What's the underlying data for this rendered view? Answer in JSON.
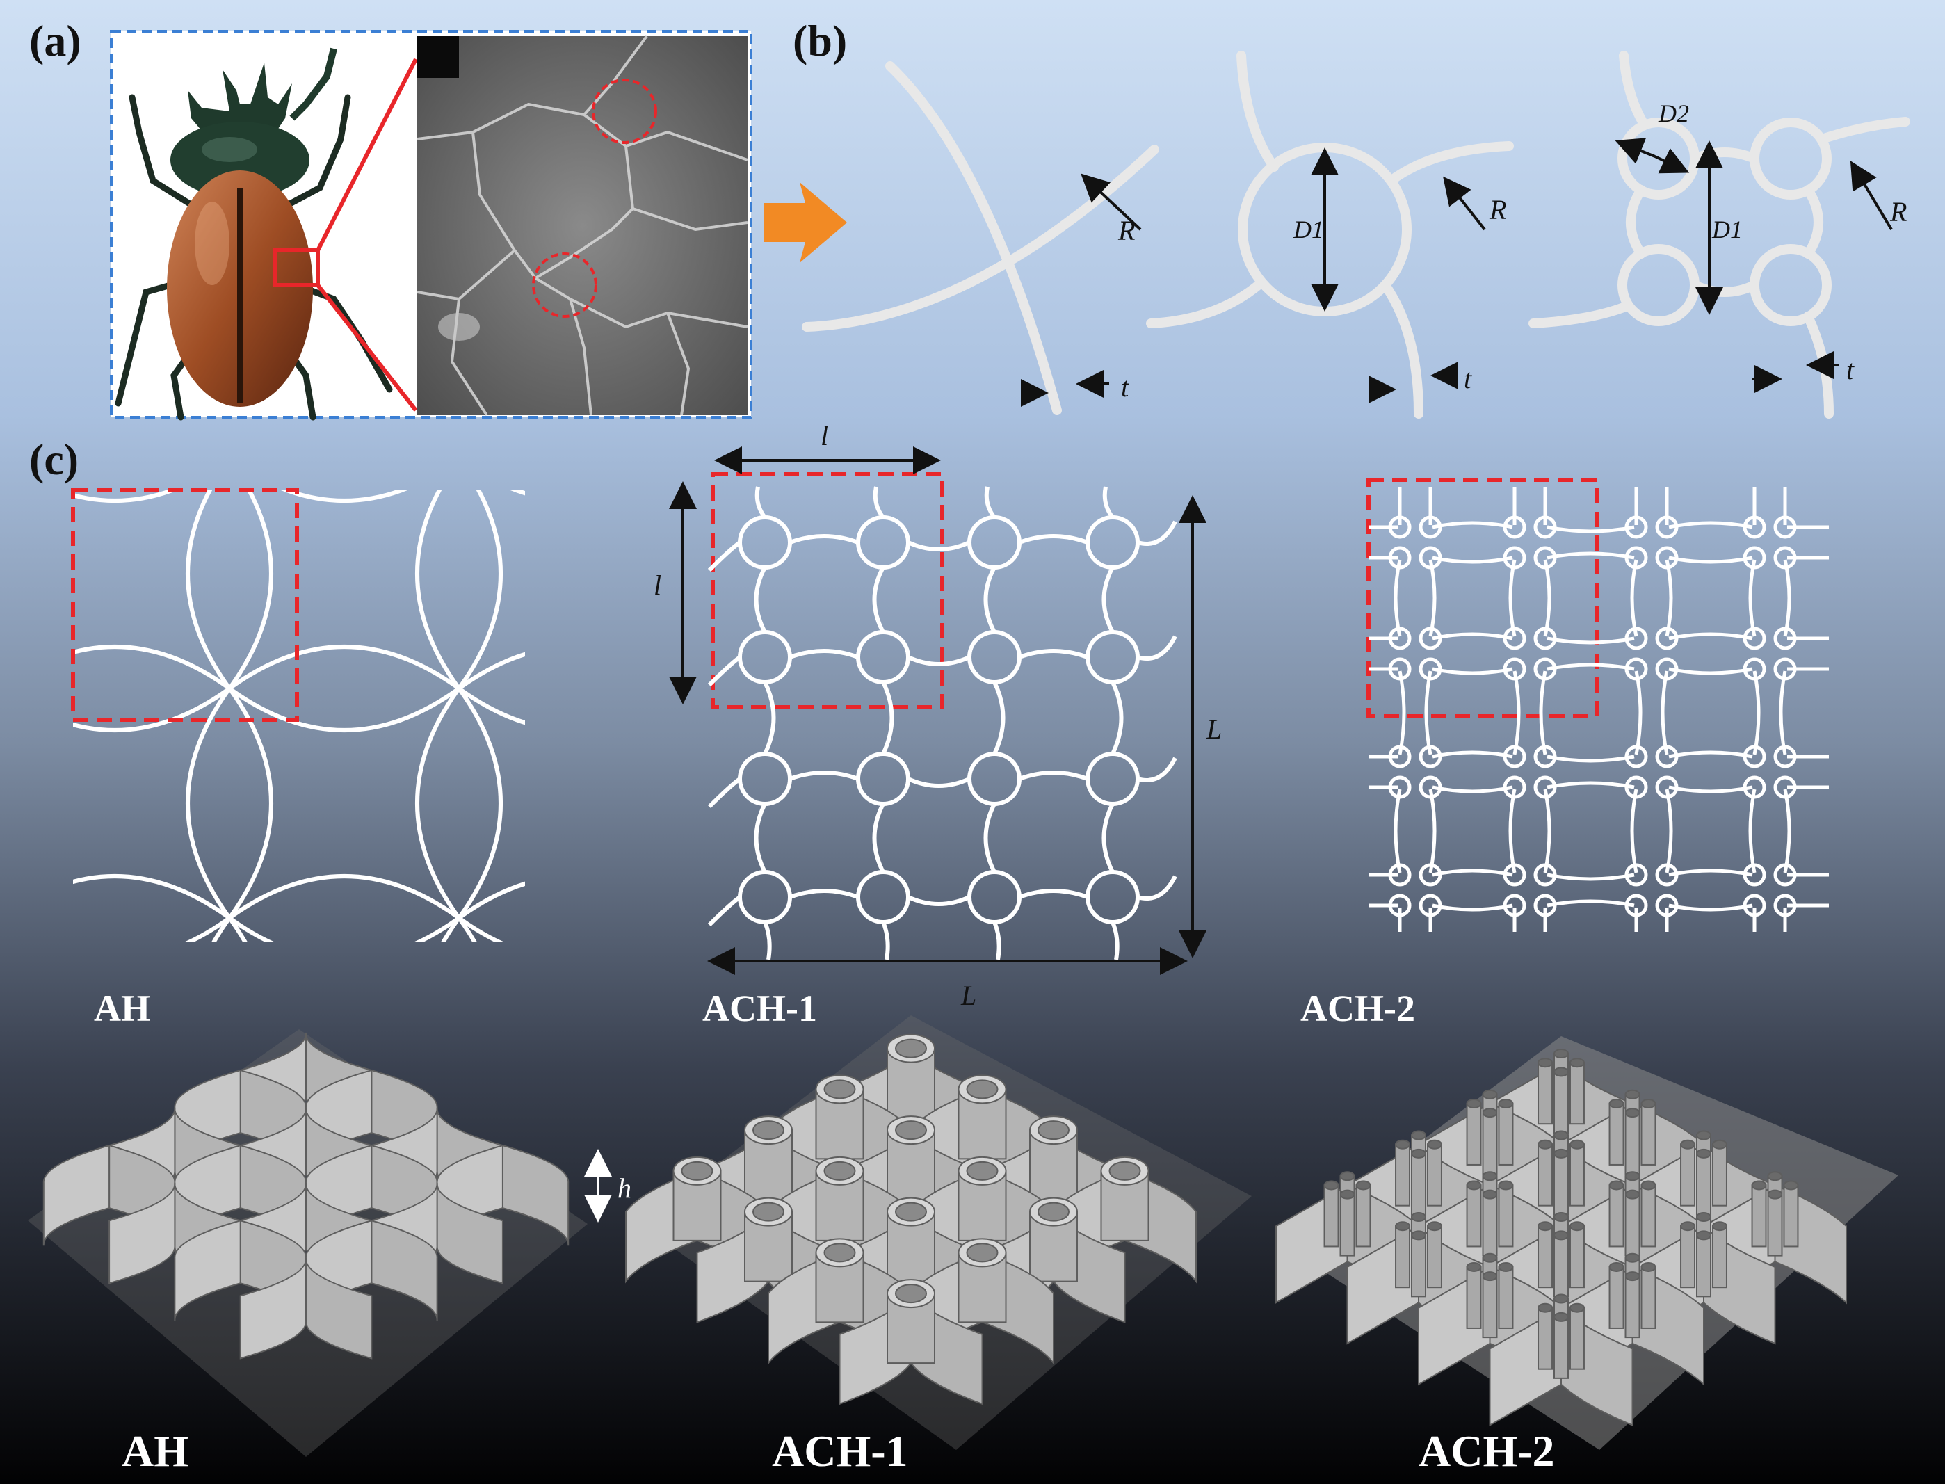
{
  "panels": {
    "a": {
      "label": "(a)"
    },
    "b": {
      "label": "(b)"
    },
    "c": {
      "label": "(c)"
    }
  },
  "dimension_labels": {
    "R": "R",
    "t": "t",
    "D1": "D1",
    "D2": "D2",
    "l": "l",
    "L": "L",
    "h": "h"
  },
  "structures": {
    "ah": "AH",
    "ach1": "ACH-1",
    "ach2": "ACH-2"
  },
  "colors": {
    "background_top": "#c9dcf2",
    "background_mid": "#8ea0b8",
    "background_bottom": "#050608",
    "highlight_box": "#e8262a",
    "arrow_orange": "#f28a24",
    "beetle_border": "#3b7fd4",
    "line_white": "#ffffff",
    "gray_3d": "#a8a8a8"
  }
}
